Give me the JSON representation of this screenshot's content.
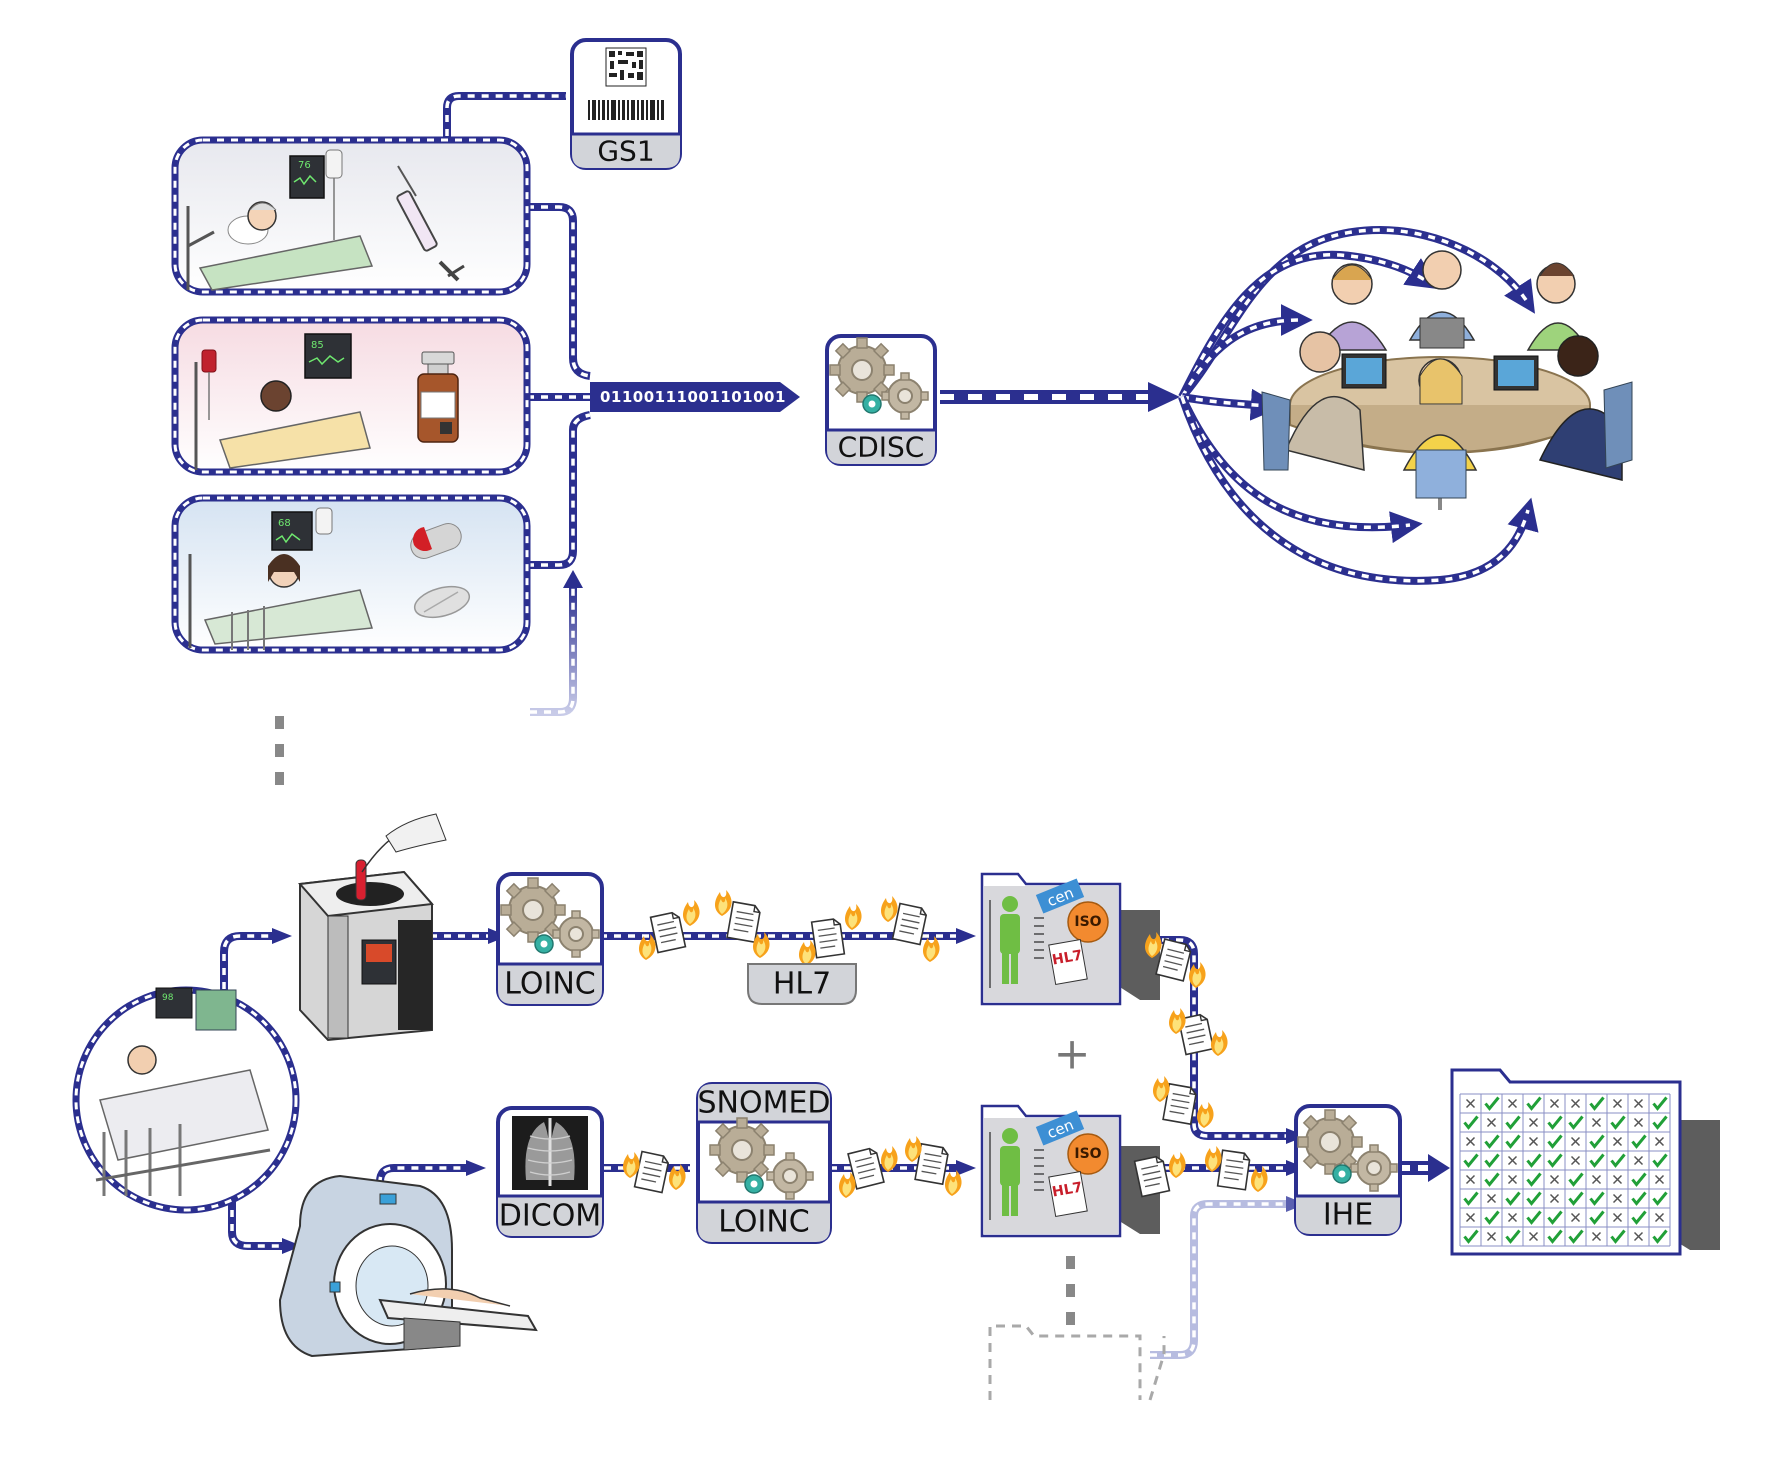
{
  "standards": {
    "gs1": "GS1",
    "cdisc": "CDISC",
    "loinc": "LOINC",
    "hl7": "HL7",
    "dicom": "DICOM",
    "snomed": "SNOMED",
    "loinc_2": "LOINC",
    "ihe": "IHE"
  },
  "binary_stream": "01100111001101001",
  "badges": {
    "cen": "cen",
    "iso": "ISO",
    "hl7": "HL7"
  },
  "monitor_readings": [
    "76",
    "85",
    "68",
    "98"
  ],
  "plus_sign": "+",
  "colors": {
    "flow_blue": "#2b2f8f",
    "label_gray": "#d2d4d9",
    "paper_orange": "#f7a21b",
    "check_green": "#21a038",
    "iso_orange": "#f28a2f",
    "cen_blue": "#3d8fd4"
  },
  "icons": [
    "hospital-bed-icon",
    "syringe-icon",
    "vial-icon",
    "capsule-icon",
    "tablet-icon",
    "gears-icon",
    "team-meeting-icon",
    "lab-analyzer-icon",
    "mri-scanner-icon",
    "xray-icon",
    "document-icon",
    "patient-folder-icon",
    "checklist-folder-icon",
    "barcode-icon"
  ]
}
